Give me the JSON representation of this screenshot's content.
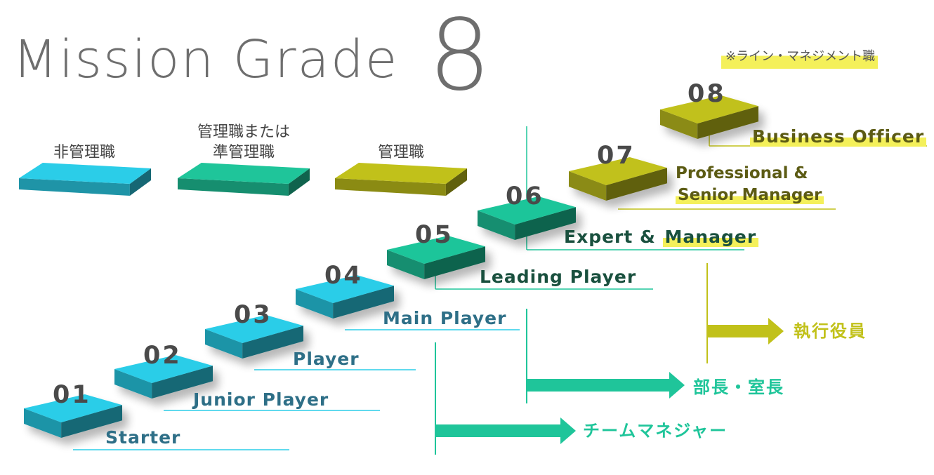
{
  "title": {
    "text": "Mission Grade",
    "number": "8"
  },
  "note": "※ライン・マネジメント職",
  "legend": [
    {
      "label": "非管理職",
      "color": "#2bcde8"
    },
    {
      "label": "管理職または\n準管理職",
      "color": "#1fc59a"
    },
    {
      "label": "管理職",
      "color": "#c1c11a"
    }
  ],
  "grades": [
    {
      "num": "01",
      "name": "Starter"
    },
    {
      "num": "02",
      "name": "Junior Player"
    },
    {
      "num": "03",
      "name": "Player"
    },
    {
      "num": "04",
      "name": "Main Player"
    },
    {
      "num": "05",
      "name": "Leading Player"
    },
    {
      "num": "06",
      "name": "Expert & Manager",
      "name_a": "Expert & ",
      "name_b": "Manager"
    },
    {
      "num": "07",
      "name_line1": "Professional &",
      "name_line2": "Senior Manager"
    },
    {
      "num": "08",
      "name": "Business Officer"
    }
  ],
  "arrows": [
    {
      "label": "チームマネジャー",
      "color": "#1fc59a"
    },
    {
      "label": "部長・室長",
      "color": "#1fc59a"
    },
    {
      "label": "執行役員",
      "color": "#c1c11a"
    }
  ],
  "colors": {
    "blue": "#2bcde8",
    "green": "#1fc59a",
    "olive": "#c1c11a",
    "highlight": "#f4f05a"
  }
}
